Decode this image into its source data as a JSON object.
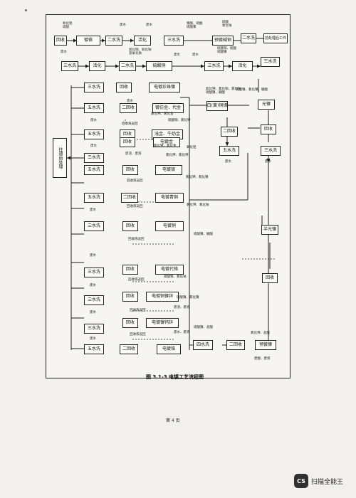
{
  "figure": {
    "caption": "图 3.1-3  电镀工艺流程图",
    "page_number": "第 4 页"
  },
  "brand": {
    "badge": "CS",
    "name": "扫描全能王"
  },
  "top_row": {
    "recover_1": "回收",
    "nickel_strip": "镀铬",
    "two_wash_1": "二水洗",
    "activation_1": "活化",
    "three_wash_1": "三水洗",
    "pre_plating": "预镀碱铜",
    "two_wash_2": "二水洗",
    "pretreat_label": "前处理后工件",
    "three_wash_2": "三水洗",
    "activation_2": "活化",
    "two_wash_3": "二水洗",
    "acid_copper": "硫酸铜",
    "three_wash_3": "三水洗",
    "activation_3": "活化",
    "three_wash_4": "三水洗"
  },
  "notes": {
    "n1": "氧化铝\n硫酸",
    "n2": "废水",
    "n3": "废水",
    "n4": "铬酸、硫酸\n硫酸雾",
    "n5": "废水",
    "n6": "氧化铜、氧化钠\n氢氧化钠",
    "n7": "硫酸\n氧化钠",
    "n8": "废水",
    "n9": "废水",
    "n10": "硫酸铜、硫酸\n硫酸镍",
    "n11": "废水",
    "n12": "氧化钾、氯化铜、氯化钠\n硫酸镍、硼酸",
    "n13": "硫酸镍、氯化镍、硼酸",
    "n14": "氯化钾、氯化金",
    "n15": "回收液返回",
    "n16": "硫酸铜、氯化钾",
    "n17": "废水",
    "n18": "氯化钾、氯化金",
    "n19": "氧化铝",
    "n20": "氯化钾、氯化钾",
    "n21": "氯化钾、氯化镍",
    "n22": "回收液返回",
    "n23": "废水",
    "n24": "废渣、废液",
    "n25": "回收液返回",
    "n26": "废水",
    "n27": "氯化钾、氯化钠",
    "n28": "硫酸镍、硼酸",
    "n29": "回收液返回",
    "n30": "硫酸铬、氯化钠",
    "n31": "回收液返回",
    "n32": "废水",
    "n33": "废渣、废液",
    "n34": "硫酸镍、氯化镍",
    "n35": "回收液返回",
    "n36": "废水",
    "n37": "废水",
    "n38": "硫酸镍、盐酸",
    "n39": "回收液返回",
    "n40": "废水、废液",
    "n41": "氯化钾、盐酸",
    "n42": "废水",
    "n43": "废酸、废液"
  },
  "left_column": {
    "rows": [
      {
        "wash": "三水洗",
        "recover": "回收",
        "proc": "电镀珍珠镍"
      },
      {
        "wash": "五水洗",
        "recover": "二回收",
        "proc": "镀仿金、代金"
      },
      {
        "wash": "五水洗",
        "recover": "回收",
        "proc": "浅金、牛奶金"
      },
      {
        "wash": "三水洗",
        "recover": "回收",
        "proc": "电镀金"
      },
      {
        "wash": "五水洗",
        "recover": "回收",
        "proc": "电镀银"
      },
      {
        "wash": "五水洗",
        "recover": "二回收",
        "proc": "电镀青铜"
      },
      {
        "wash": "三水洗",
        "recover": "回收",
        "proc": "电镀铜"
      },
      {
        "wash": "三水洗",
        "recover": "回收",
        "proc": "电镀代铬"
      },
      {
        "wash": "三水洗",
        "recover": "回收",
        "proc": "电镀铜镍锌"
      },
      {
        "wash": "三水洗",
        "recover": "回收",
        "proc": "电镀镍钨锌"
      },
      {
        "wash": "五水洗",
        "recover": "二回收",
        "proc": "电镀铬"
      }
    ]
  },
  "post_treat": "往镀后处理",
  "right_branch": {
    "white_copper": "白(黄)铜镀",
    "bright_nickel": "光镍",
    "two_recover_a": "二回收",
    "recover_a": "回收",
    "five_wash_a": "五水洗",
    "three_wash_a": "三水洗",
    "drain_a": "废水",
    "drain_b": "废水"
  },
  "lower_right": {
    "semi_nickel": "半光镍",
    "recover": "回收",
    "four_wash": "四水洗",
    "two_recover": "二回收",
    "pre_nickel": "预镀镍"
  }
}
